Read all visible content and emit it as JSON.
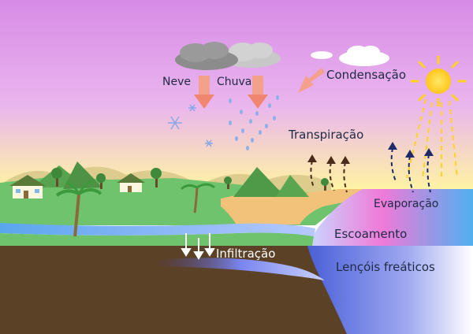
{
  "labels": {
    "neve": "Neve",
    "chuva": "Chuva",
    "condensacao": "Condensação",
    "transpiracao": "Transpiração",
    "evaporacao": "Evaporação",
    "escoamento": "Escoamento",
    "infiltracao": "Infiltração",
    "lencois": "Lençóis freáticos"
  },
  "colors": {
    "sky_top": "#d98ae8",
    "sky_bottom": "#fff9a8",
    "grass": "#6ec26b",
    "soil": "#5a3f22",
    "river": "#5aa0e8",
    "sea": "#4ea8f0",
    "sun": "#ffd21f",
    "arrow": "#f4a18c"
  }
}
